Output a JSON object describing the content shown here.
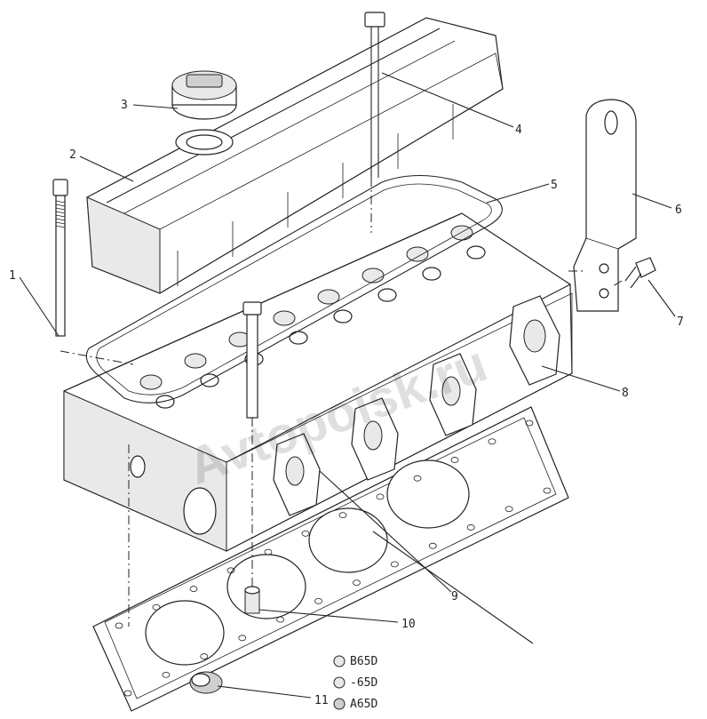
{
  "watermark": "Avtopoisk.ru",
  "callouts": [
    {
      "id": "c1",
      "text": "1"
    },
    {
      "id": "c2",
      "text": "2"
    },
    {
      "id": "c3",
      "text": "3"
    },
    {
      "id": "c4",
      "text": "4"
    },
    {
      "id": "c5",
      "text": "5"
    },
    {
      "id": "c6",
      "text": "6"
    },
    {
      "id": "c7",
      "text": "7"
    },
    {
      "id": "c8",
      "text": "8"
    },
    {
      "id": "c9",
      "text": "9"
    },
    {
      "id": "c10",
      "text": "10"
    },
    {
      "id": "c11",
      "text": "11"
    }
  ],
  "variants": [
    "B65D",
    "-65D",
    "A65D"
  ]
}
